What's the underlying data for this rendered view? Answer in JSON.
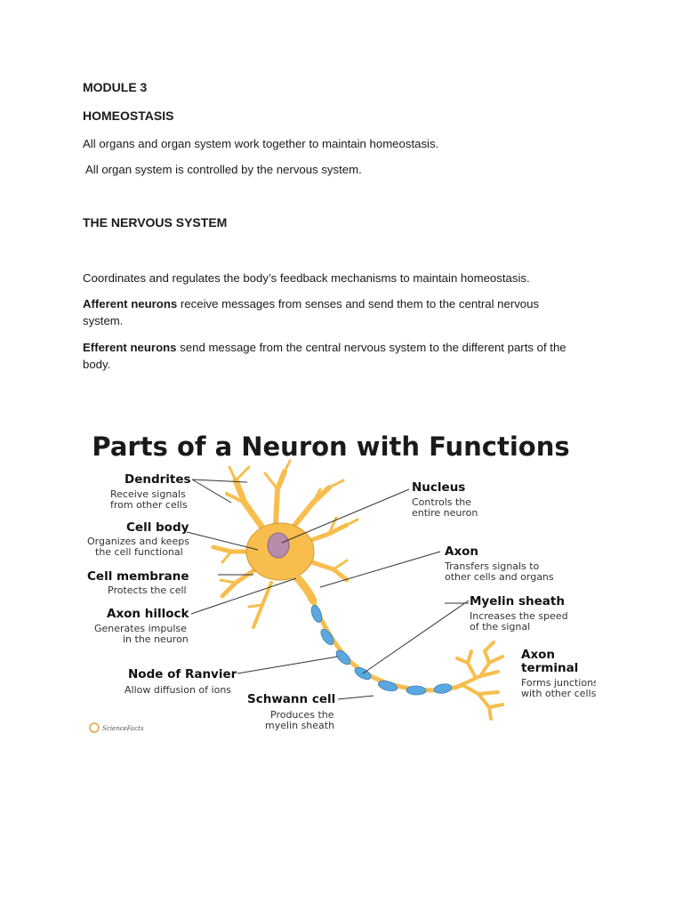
{
  "document": {
    "module": "MODULE 3",
    "topic": "HOMEOSTASIS",
    "line1": "All organs and organ system work together to maintain homeostasis.",
    "line2": "All organ system is controlled by the nervous system.",
    "section": "THE NERVOUS SYSTEM",
    "para1": "Coordinates and regulates the body’s feedback mechanisms to maintain homeostasis.",
    "afferent_term": "Afferent neurons",
    "afferent_text_1": " receive messages from senses and send them to the central nervous",
    "afferent_text_2": "system.",
    "efferent_term": "Efferent neurons",
    "efferent_text_1": " send message from the central nervous system to the different parts of the",
    "efferent_text_2": "body."
  },
  "figure": {
    "title": "Parts of a Neuron with Functions",
    "credit": "ScienceFacts",
    "labels": {
      "dendrites": {
        "name": "Dendrites",
        "d1": "Receive signals",
        "d2": "from other cells"
      },
      "cell_body": {
        "name": "Cell body",
        "d1": "Organizes and keeps",
        "d2": "the cell functional"
      },
      "cell_membrane": {
        "name": "Cell membrane",
        "d1": "Protects the cell"
      },
      "axon_hillock": {
        "name": "Axon hillock",
        "d1": "Generates impulse",
        "d2": "in the neuron"
      },
      "node_ranvier": {
        "name": "Node of Ranvier",
        "d1": "Allow diffusion of ions"
      },
      "schwann": {
        "name": "Schwann cell",
        "d1": "Produces the",
        "d2": "myelin sheath"
      },
      "nucleus": {
        "name": "Nucleus",
        "d1": "Controls the",
        "d2": "entire neuron"
      },
      "axon": {
        "name": "Axon",
        "d1": "Transfers signals to",
        "d2": "other cells and organs"
      },
      "myelin": {
        "name": "Myelin sheath",
        "d1": "Increases the speed",
        "d2": "of the signal"
      },
      "axon_terminal": {
        "name1": "Axon",
        "name2": "terminal",
        "d1": "Forms junctions",
        "d2": "with other cells"
      }
    },
    "colors": {
      "neuron_fill": "#F7BE4E",
      "neuron_stroke": "#D9962B",
      "nucleus": "#B78BAA",
      "myelin": "#5BA7E0",
      "line": "#333333"
    }
  }
}
